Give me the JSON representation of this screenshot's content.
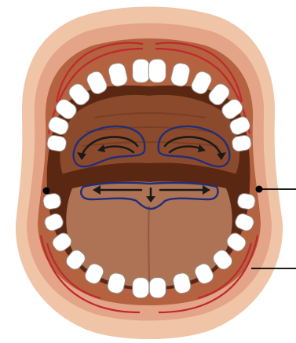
{
  "diagram": {
    "subject": "open-mouth-anatomy",
    "colors": {
      "background": "#ffffff",
      "face_skin": "#f0c4a6",
      "lip_rim": "#e3a487",
      "gum": "#b4623f",
      "oral_cavity": "#5a2713",
      "palate": "#8c4a2c",
      "tongue": "#ae7355",
      "tooth": "#ffffff",
      "tooth_outline": "#9a8a80",
      "vestibule_line": "#c0282d",
      "arch_outline": "#1e2f7a",
      "arrow": "#1a1a1a",
      "leader_line": "#000000"
    },
    "teeth_per_quadrant": 7,
    "leader_lines": 2,
    "marker_dots": 2
  }
}
